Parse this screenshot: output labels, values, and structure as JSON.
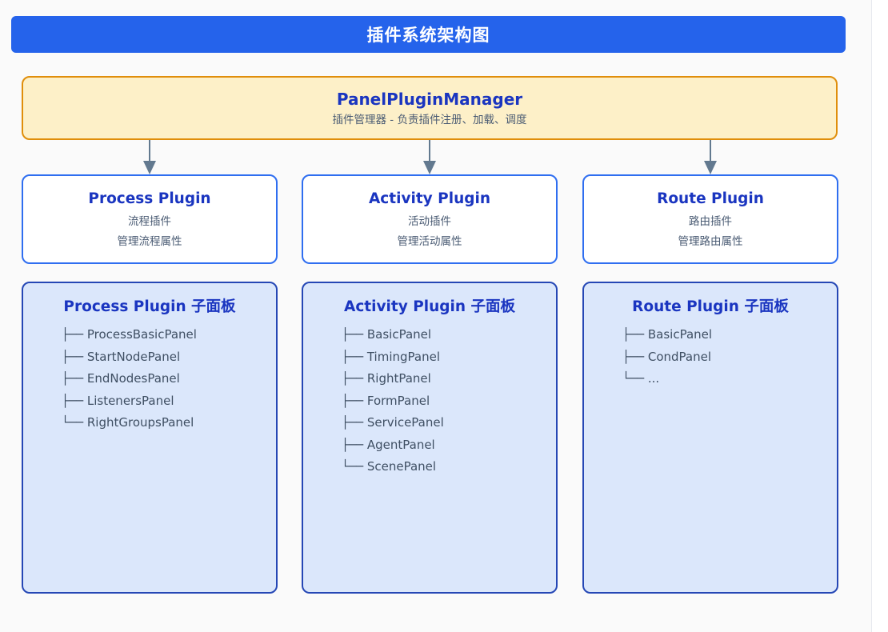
{
  "header": {
    "title": "插件系统架构图",
    "background": "#2563eb",
    "text_color": "#ffffff"
  },
  "manager": {
    "title": "PanelPluginManager",
    "subtitle": "插件管理器 - 负责插件注册、加载、调度",
    "fill": "#fdf0c8",
    "border": "#e08e0b",
    "title_color": "#1a35c0"
  },
  "plugins": [
    {
      "title": "Process Plugin",
      "subtitle": "流程插件",
      "description": "管理流程属性"
    },
    {
      "title": "Activity Plugin",
      "subtitle": "活动插件",
      "description": "管理活动属性"
    },
    {
      "title": "Route Plugin",
      "subtitle": "路由插件",
      "description": "管理路由属性"
    }
  ],
  "subpanels": [
    {
      "title": "Process Plugin 子面板",
      "items": [
        "├── ProcessBasicPanel",
        "├── StartNodePanel",
        "├── EndNodesPanel",
        "├── ListenersPanel",
        "└── RightGroupsPanel"
      ]
    },
    {
      "title": "Activity Plugin 子面板",
      "items": [
        "├── BasicPanel",
        "├── TimingPanel",
        "├── RightPanel",
        "├── FormPanel",
        "├── ServicePanel",
        "├── AgentPanel",
        "└── ScenePanel"
      ]
    },
    {
      "title": "Route Plugin 子面板",
      "items": [
        "├── BasicPanel",
        "├── CondPanel",
        "└── ..."
      ]
    }
  ],
  "theme": {
    "canvas_background": "#fafafa",
    "plugin_border": "#2f6ef0",
    "subpanel_fill": "#dbe7fb",
    "subpanel_border": "#2547b5",
    "arrow_color": "#62798f",
    "body_text_color": "#4a5b73"
  }
}
